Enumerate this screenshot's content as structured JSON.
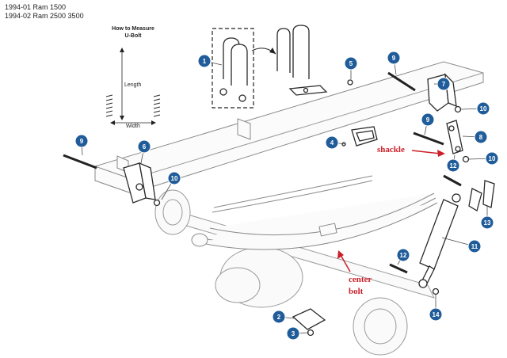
{
  "header": {
    "line1": "1994-01 Ram 1500",
    "line2": "1994-02 Ram 2500 3500"
  },
  "ubolt_guide": {
    "title_line1": "How to Measure",
    "title_line2": "U-Bolt",
    "length_label": "Length",
    "width_label": "Width"
  },
  "parts": [
    {
      "num": "1"
    },
    {
      "num": "2"
    },
    {
      "num": "3"
    },
    {
      "num": "4"
    },
    {
      "num": "5"
    },
    {
      "num": "6"
    },
    {
      "num": "7"
    },
    {
      "num": "8"
    },
    {
      "num": "9"
    },
    {
      "num": "9"
    },
    {
      "num": "9"
    },
    {
      "num": "10"
    },
    {
      "num": "10"
    },
    {
      "num": "10"
    },
    {
      "num": "11"
    },
    {
      "num": "12"
    },
    {
      "num": "12"
    },
    {
      "num": "13"
    },
    {
      "num": "14"
    }
  ],
  "callouts": {
    "shackle": "shackle",
    "center_line1": "center",
    "center_line2": "bolt"
  },
  "colors": {
    "badge": "#1f5c99",
    "callout": "#cc1f2a"
  }
}
